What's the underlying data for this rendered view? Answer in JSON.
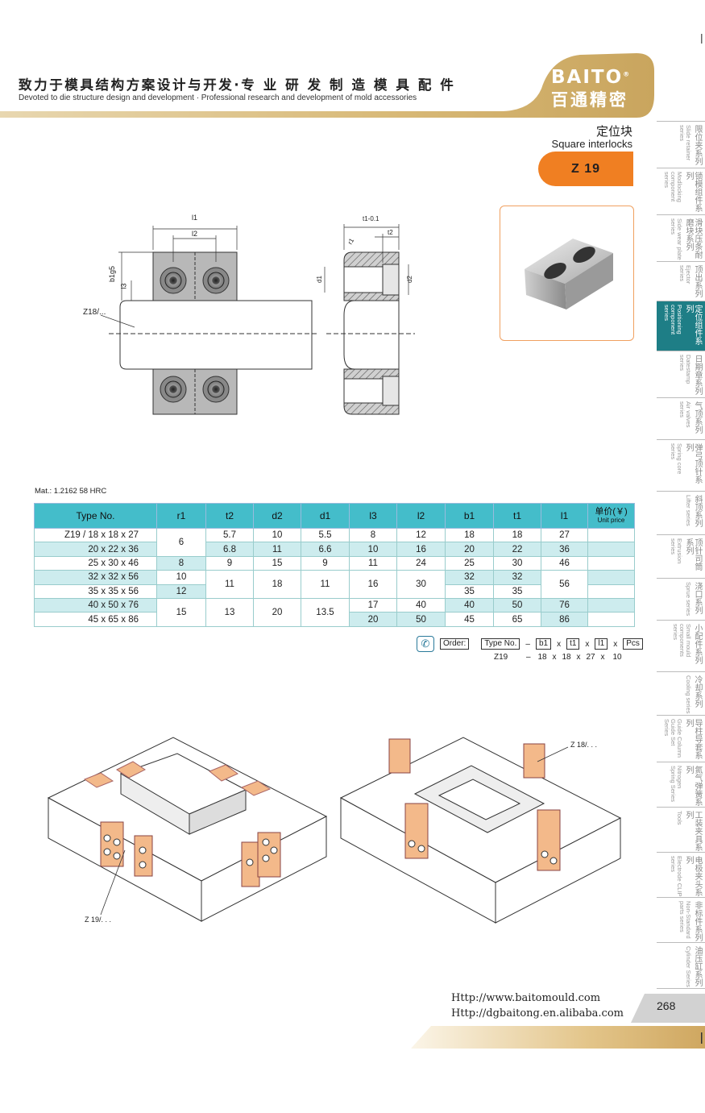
{
  "header": {
    "title_cn": "致力于模具结构方案设计与开发·专 业 研 发 制 造 模 具 配 件",
    "subtitle_en": "Devoted to die structure design and development  · Professional research and development of mold accessories",
    "brand_en": "BAITO",
    "brand_reg": "®",
    "brand_cn": "百通精密"
  },
  "product": {
    "name_cn": "定位块",
    "name_en": "Square interlocks",
    "code": "Z 19"
  },
  "drawing_labels": {
    "l1": "l1",
    "l2": "l2",
    "b1g5": "b1g5",
    "l3": "l3",
    "z18": "Z18/...",
    "t1": "t1-0.1",
    "t2": "t2",
    "r1": "r1",
    "d1": "d1",
    "d2": "d2"
  },
  "material": "Mat.: 1.2162 58 HRC",
  "table": {
    "headers": [
      "Type No.",
      "r1",
      "t2",
      "d2",
      "d1",
      "l3",
      "l2",
      "b1",
      "t1",
      "l1"
    ],
    "price_header_cn": "单价(￥)",
    "price_header_en": "Unit price",
    "rows": [
      {
        "type": "Z19 / 18 x 18 x 27",
        "t2": "5.7",
        "d2": "10",
        "d1": "5.5",
        "l3": "8",
        "l2": "12",
        "b1": "18",
        "t1": "18",
        "l1": "27"
      },
      {
        "type": "20 x 22 x 36",
        "t2": "6.8",
        "d2": "11",
        "d1": "6.6",
        "l3": "10",
        "l2": "16",
        "b1": "20",
        "t1": "22",
        "l1": "36"
      },
      {
        "type": "25 x 30 x 46",
        "r1": "8",
        "t2": "9",
        "d2": "15",
        "d1": "9",
        "l3": "11",
        "l2": "24",
        "b1": "25",
        "t1": "30",
        "l1": "46"
      },
      {
        "type": "32 x 32 x 56",
        "r1": "10",
        "b1": "32",
        "t1": "32"
      },
      {
        "type": "35 x 35 x 56",
        "r1": "12",
        "b1": "35",
        "t1": "35"
      },
      {
        "type": "40 x 50 x 76",
        "l3": "17",
        "l2": "40",
        "b1": "40",
        "t1": "50",
        "l1": "76"
      },
      {
        "type": "45 x 65 x 86",
        "l3": "20",
        "l2": "50",
        "b1": "45",
        "t1": "65",
        "l1": "86"
      }
    ],
    "merged": {
      "r1_rows12": "6",
      "t2_rows45": "11",
      "d2_rows45": "18",
      "d1_rows45": "11",
      "l3_rows45": "16",
      "l2_rows45": "30",
      "l1_rows45": "56",
      "r1_rows67": "15",
      "t2_rows67": "13",
      "d2_rows67": "20",
      "d1_rows67": "13.5"
    }
  },
  "order": {
    "label": "Order:",
    "fields": [
      "Type No.",
      "b1",
      "t1",
      "l1",
      "Pcs"
    ],
    "example": [
      "Z19",
      "18",
      "18",
      "27",
      "10"
    ]
  },
  "illustration_labels": {
    "left": "Z 19/. . .",
    "right": "Z 18/. . ."
  },
  "footer": {
    "url1": "Http://www.baitomould.com",
    "url2": "Http://dgbaitong.en.alibaba.com",
    "page": "268"
  },
  "sidebar": [
    {
      "cn": "限位夹系列",
      "en": "Slide retainer series"
    },
    {
      "cn": "锁模组件系列",
      "en": "Modlocking component series"
    },
    {
      "cn": "滑块压条耐磨块系列",
      "en": "Side wear plate series"
    },
    {
      "cn": "顶出系列",
      "en": "Ejector series"
    },
    {
      "cn": "定位组件系列",
      "en": "Positioning component series",
      "active": true
    },
    {
      "cn": "日期章系列",
      "en": "Datestamp series"
    },
    {
      "cn": "气顶系列",
      "en": "Air valves series"
    },
    {
      "cn": "弹弓顶针系列",
      "en": "Spring core series"
    },
    {
      "cn": "斜顶系列",
      "en": "Lifter series"
    },
    {
      "cn": "顶针司筒系列",
      "en": "Extrusion series"
    },
    {
      "cn": "浇口系列",
      "en": "Sprue series"
    },
    {
      "cn": "小配件系列",
      "en": "Small mould components series"
    },
    {
      "cn": "冷却系列",
      "en": "Cooling series"
    },
    {
      "cn": "导柱导套系列",
      "en": "Guide Column Guide Set Series"
    },
    {
      "cn": "氮气弹簧系列",
      "en": "Nitrogen Spring Series"
    },
    {
      "cn": "工装夹具系列",
      "en": "Tools"
    },
    {
      "cn": "电极夹头系列",
      "en": "Electrode CLIP series"
    },
    {
      "cn": "非标件系列",
      "en": "Non-Standard parts series"
    },
    {
      "cn": "油压缸系列",
      "en": "Cylinder Series"
    }
  ],
  "colors": {
    "accent": "#f07f22",
    "gold": "#d8b977",
    "teal": "#44bdca",
    "teal_light": "#cdecee",
    "sidebar_active": "#1e7e86"
  }
}
